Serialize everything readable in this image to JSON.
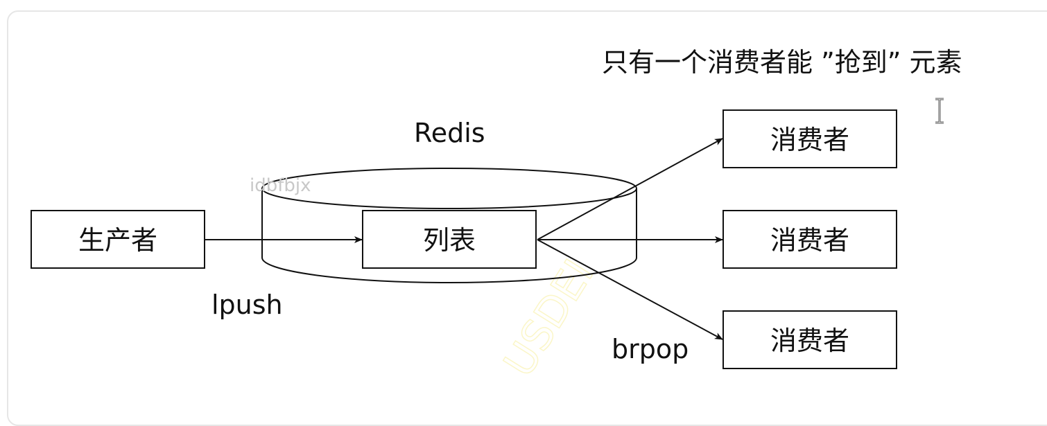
{
  "caption": "只有一个消费者能 ”抢到” 元素",
  "redis_label": "Redis",
  "producer": {
    "label": "生产者"
  },
  "list": {
    "label": "列表"
  },
  "consumers": [
    {
      "label": "消费者"
    },
    {
      "label": "消费者"
    },
    {
      "label": "消费者"
    }
  ],
  "edge_labels": {
    "push": "lpush",
    "pop": "brpop"
  },
  "watermarks": {
    "user_id": "idbfbjx",
    "overlay": "USDEI"
  },
  "colors": {
    "stroke": "#111111",
    "card_border": "#e6e6e6",
    "watermark_gray": "#c8c8c8",
    "watermark_yellow": "#fbf6c8"
  }
}
